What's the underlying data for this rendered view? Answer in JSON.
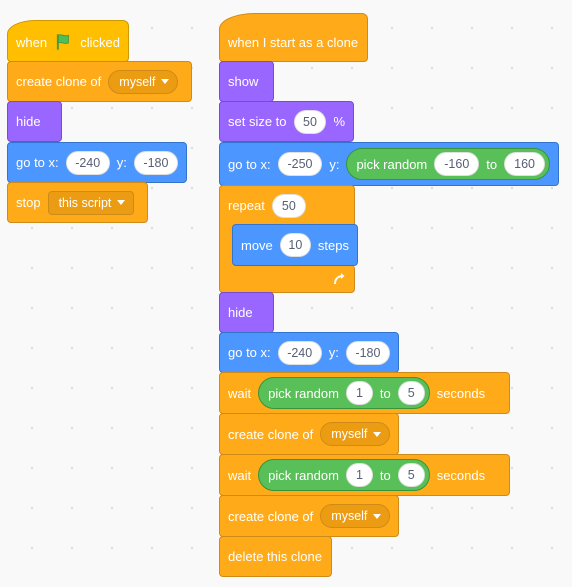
{
  "script1": {
    "when": "when",
    "flag_icon": "green-flag-icon",
    "clicked": "clicked",
    "create_clone_of": "create clone of",
    "clone_target": "myself",
    "hide": "hide",
    "go_to_x": "go to x:",
    "x": "-240",
    "y_label": "y:",
    "y": "-180",
    "stop": "stop",
    "stop_option": "this script"
  },
  "script2": {
    "hat": "when I start as a clone",
    "show": "show",
    "set_size_to": "set size to",
    "size": "50",
    "percent": "%",
    "go_to_x": "go to x:",
    "x": "-250",
    "y_label": "y:",
    "pick_random": "pick random",
    "rand_from": "-160",
    "to": "to",
    "rand_to": "160",
    "repeat": "repeat",
    "repeat_count": "50",
    "move": "move",
    "steps_value": "10",
    "steps": "steps",
    "loop_icon": "loop-arrow-icon",
    "hide": "hide",
    "go_to_x2": "go to x:",
    "x2": "-240",
    "y_label2": "y:",
    "y2": "-180",
    "wait": "wait",
    "wait_pick_random": "pick random",
    "wait_from": "1",
    "wait_to_label": "to",
    "wait_to": "5",
    "seconds": "seconds",
    "create_clone_of": "create clone of",
    "clone_target": "myself",
    "wait2": "wait",
    "wait2_pick_random": "pick random",
    "wait2_from": "1",
    "wait2_to_label": "to",
    "wait2_to": "5",
    "seconds2": "seconds",
    "create_clone_of2": "create clone of",
    "clone_target2": "myself",
    "delete_this_clone": "delete this clone"
  },
  "colors": {
    "events": "#ffbf00",
    "control": "#ffab19",
    "looks": "#9966ff",
    "motion": "#4c97ff",
    "operators": "#59c059"
  }
}
